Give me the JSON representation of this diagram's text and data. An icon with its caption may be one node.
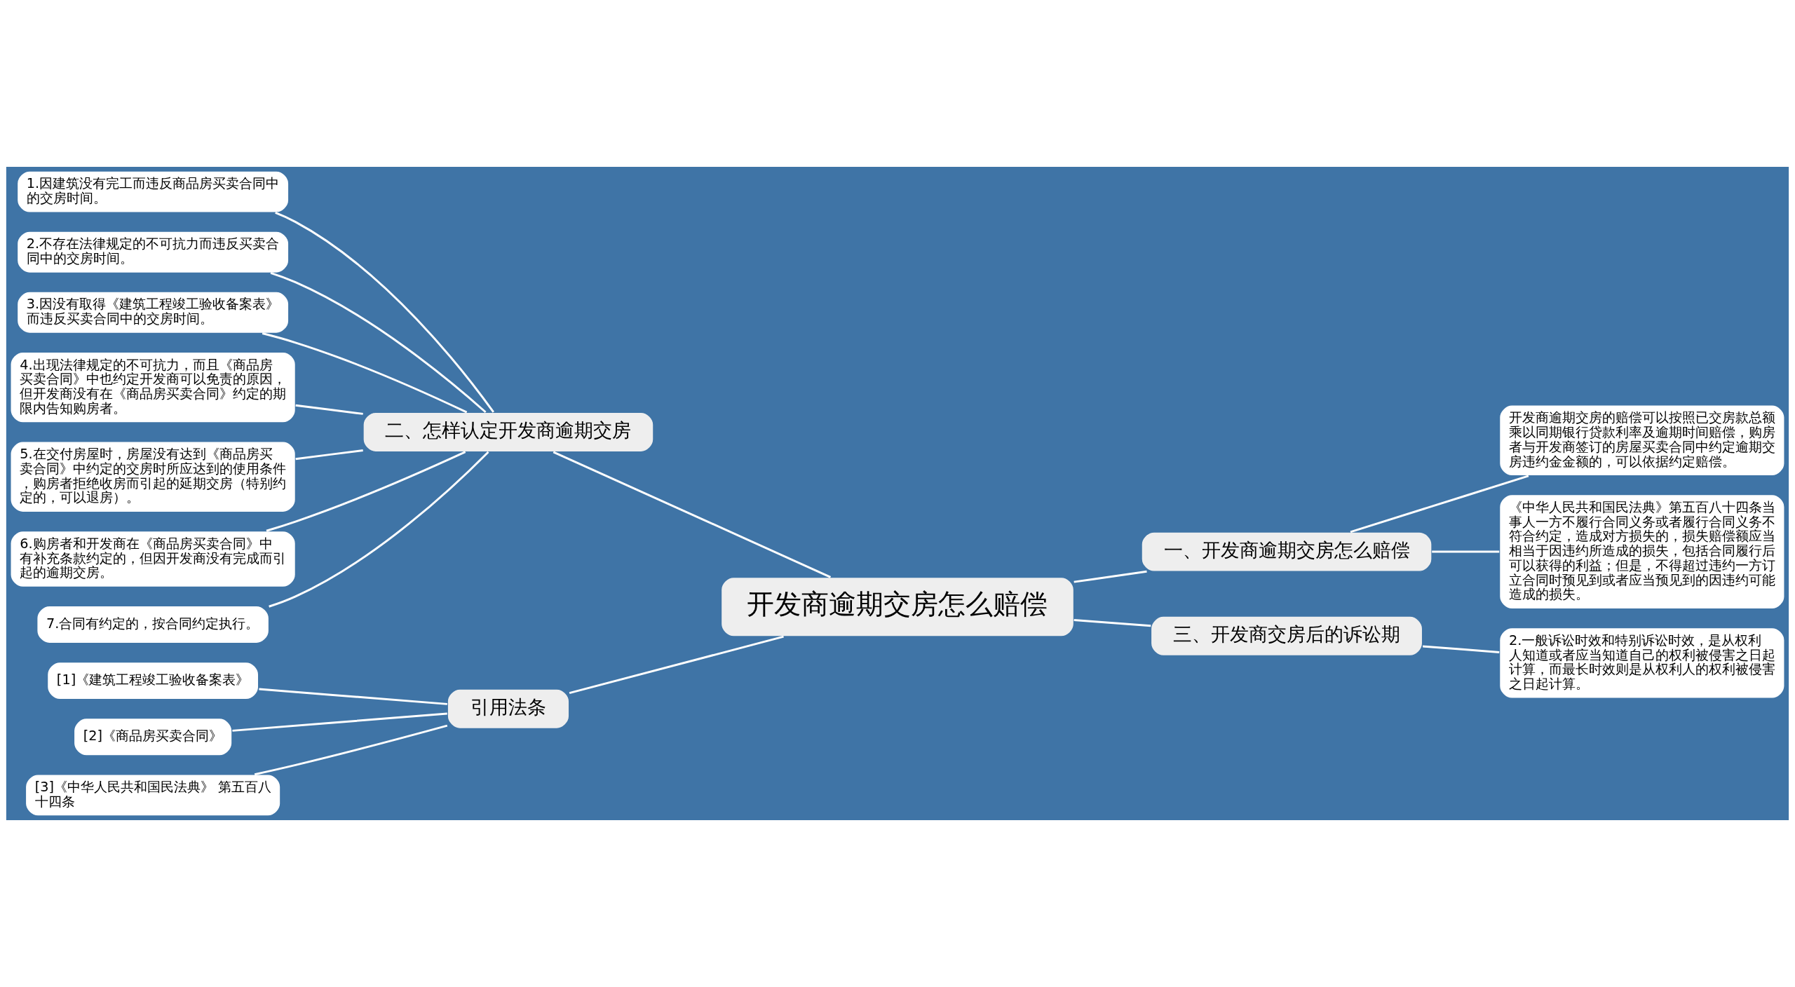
{
  "diagram": {
    "nodes": [
      {
        "text": [
          "开发商逾期交房怎么赔偿"
        ]
      },
      {
        "text": [
          "一、开发商逾期交房怎么赔偿"
        ]
      },
      {
        "text": [
          "开发商逾期交房的赔偿可以按照已交房款总额乘以同期银行贷款利率及逾期时间赔偿，购房者与开发商签订的房屋买卖合同中约定逾期交房违约金金额的，可以依据约定赔偿。"
        ]
      },
      {
        "text": [
          "《中华人民共和国民法典》第五百八十四条当事人一方不履行合同义务或者履行合同义务不符合约定，造成对方损失的，损失赔偿额应当相当于因违约所造成的损失，包括合同履行后可以获得的利益；但是，不得超过违约一方订立合同时预见到或者应当预见到的因违约可能造成的损失。"
        ]
      },
      {
        "text": [
          "三、开发商交房后的诉讼期"
        ]
      },
      {
        "text": [
          "2.一般诉讼时效和特别诉讼时效，是从权利人知道或者应当知道自己的权利被侵害之日起计算，而最长时效则是从权利人的权利被侵害之日起计算。"
        ]
      },
      {
        "text": [
          "二、怎样认定开发商逾期交房"
        ]
      },
      {
        "text": [
          "1.因建筑没有完工而违反商品房买卖合同中的交房时间。"
        ]
      },
      {
        "text": [
          "2.不存在法律规定的不可抗力而违反买卖合同中的交房时间。"
        ]
      },
      {
        "text": [
          "3.因没有取得《建筑工程竣工验收备案表》而违反买卖合同中的交房时间。"
        ]
      },
      {
        "text": [
          "4.出现法律规定的不可抗力，而且《商品房买卖合同》中也约定开发商可以免责的原因，但开发商没有在《商品房买卖合同》约定的期限内告知购房者。"
        ]
      },
      {
        "text": [
          "5.在交付房屋时，房屋没有达到《商品房买卖合同》中约定的交房时所应达到的使用条件，购房者拒绝收房而引起的延期交房（特别约定的，可以退房）。"
        ]
      },
      {
        "text": [
          "6.购房者和开发商在《商品房买卖合同》中有补充条款约定的，但因开发商没有完成而引起的逾期交房。"
        ]
      },
      {
        "text": [
          "7.合同有约定的，按合同约定执行。"
        ]
      },
      {
        "text": [
          "引用法条"
        ]
      },
      {
        "text": [
          "[1]《建筑工程竣工验收备案表》"
        ]
      },
      {
        "text": [
          "[2]《商品房买卖合同》"
        ]
      },
      {
        "text": [
          "[3]《中华人民共和国民法典》 第五百八十四条"
        ]
      }
    ],
    "edges": [
      {
        "from": 0,
        "to": 1,
        "arrow": "none"
      },
      {
        "from": 1,
        "to": 2,
        "arrow": "none"
      },
      {
        "from": 1,
        "to": 3,
        "arrow": "none"
      },
      {
        "from": 0,
        "to": 4,
        "arrow": "none"
      },
      {
        "from": 4,
        "to": 5,
        "arrow": "none"
      },
      {
        "from": 0,
        "to": 6,
        "arrow": "none"
      },
      {
        "from": 6,
        "to": 7,
        "arrow": "none"
      },
      {
        "from": 6,
        "to": 8,
        "arrow": "none"
      },
      {
        "from": 6,
        "to": 9,
        "arrow": "none"
      },
      {
        "from": 6,
        "to": 10,
        "arrow": "none"
      },
      {
        "from": 6,
        "to": 11,
        "arrow": "none"
      },
      {
        "from": 6,
        "to": 12,
        "arrow": "none"
      },
      {
        "from": 6,
        "to": 13,
        "arrow": "none"
      },
      {
        "from": 0,
        "to": 14,
        "arrow": "none"
      },
      {
        "from": 14,
        "to": 15,
        "arrow": "none"
      },
      {
        "from": 14,
        "to": 16,
        "arrow": "none"
      },
      {
        "from": 14,
        "to": 17,
        "arrow": "none"
      }
    ]
  }
}
